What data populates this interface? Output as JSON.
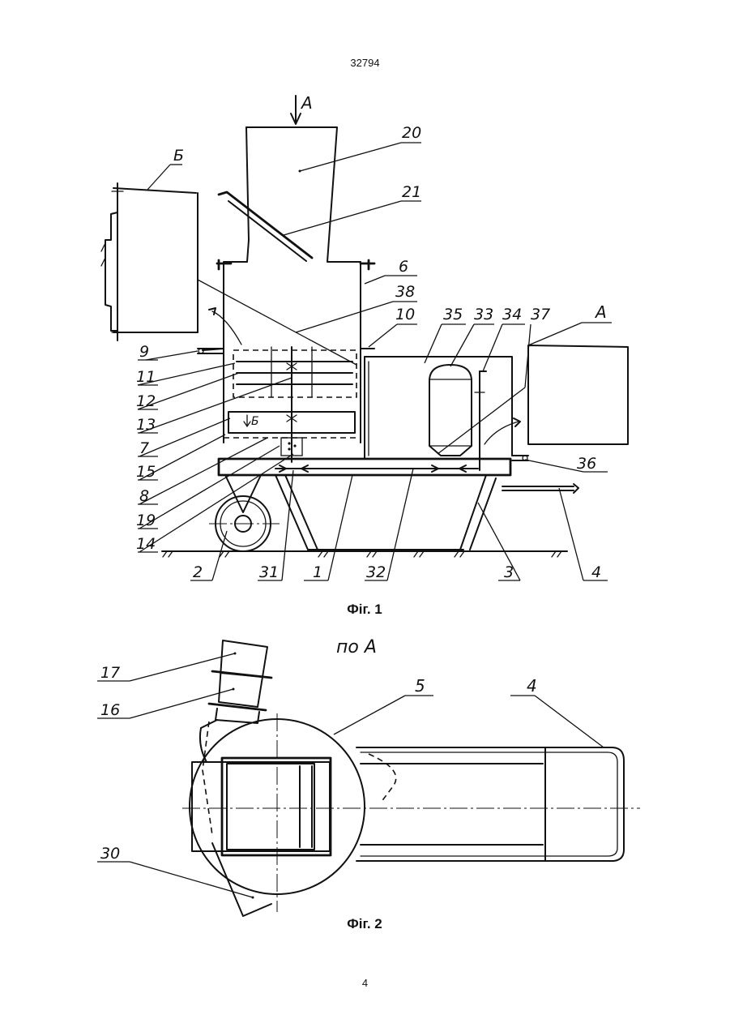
{
  "document": {
    "patent_number": "32794",
    "page_number": "4"
  },
  "figure1": {
    "caption": "Фіг. 1",
    "view_arrow": "А",
    "section_mark": "Б",
    "arrow_inside": "Б",
    "labels": {
      "n1": "1",
      "n2": "2",
      "n3": "3",
      "n4": "4",
      "n6": "6",
      "n7": "7",
      "n8": "8",
      "n9": "9",
      "n10": "10",
      "n11": "11",
      "n12": "12",
      "n13": "13",
      "n14": "14",
      "n15": "15",
      "n19": "19",
      "n20": "20",
      "n21": "21",
      "n31": "31",
      "n32": "32",
      "n33": "33",
      "n34": "34",
      "n35": "35",
      "n36": "36",
      "n37": "37",
      "n38": "38",
      "viewA": "А"
    }
  },
  "figure2": {
    "caption": "Фіг. 2",
    "view_title": "по А",
    "labels": {
      "n4": "4",
      "n5": "5",
      "n16": "16",
      "n17": "17",
      "n30": "30"
    }
  }
}
